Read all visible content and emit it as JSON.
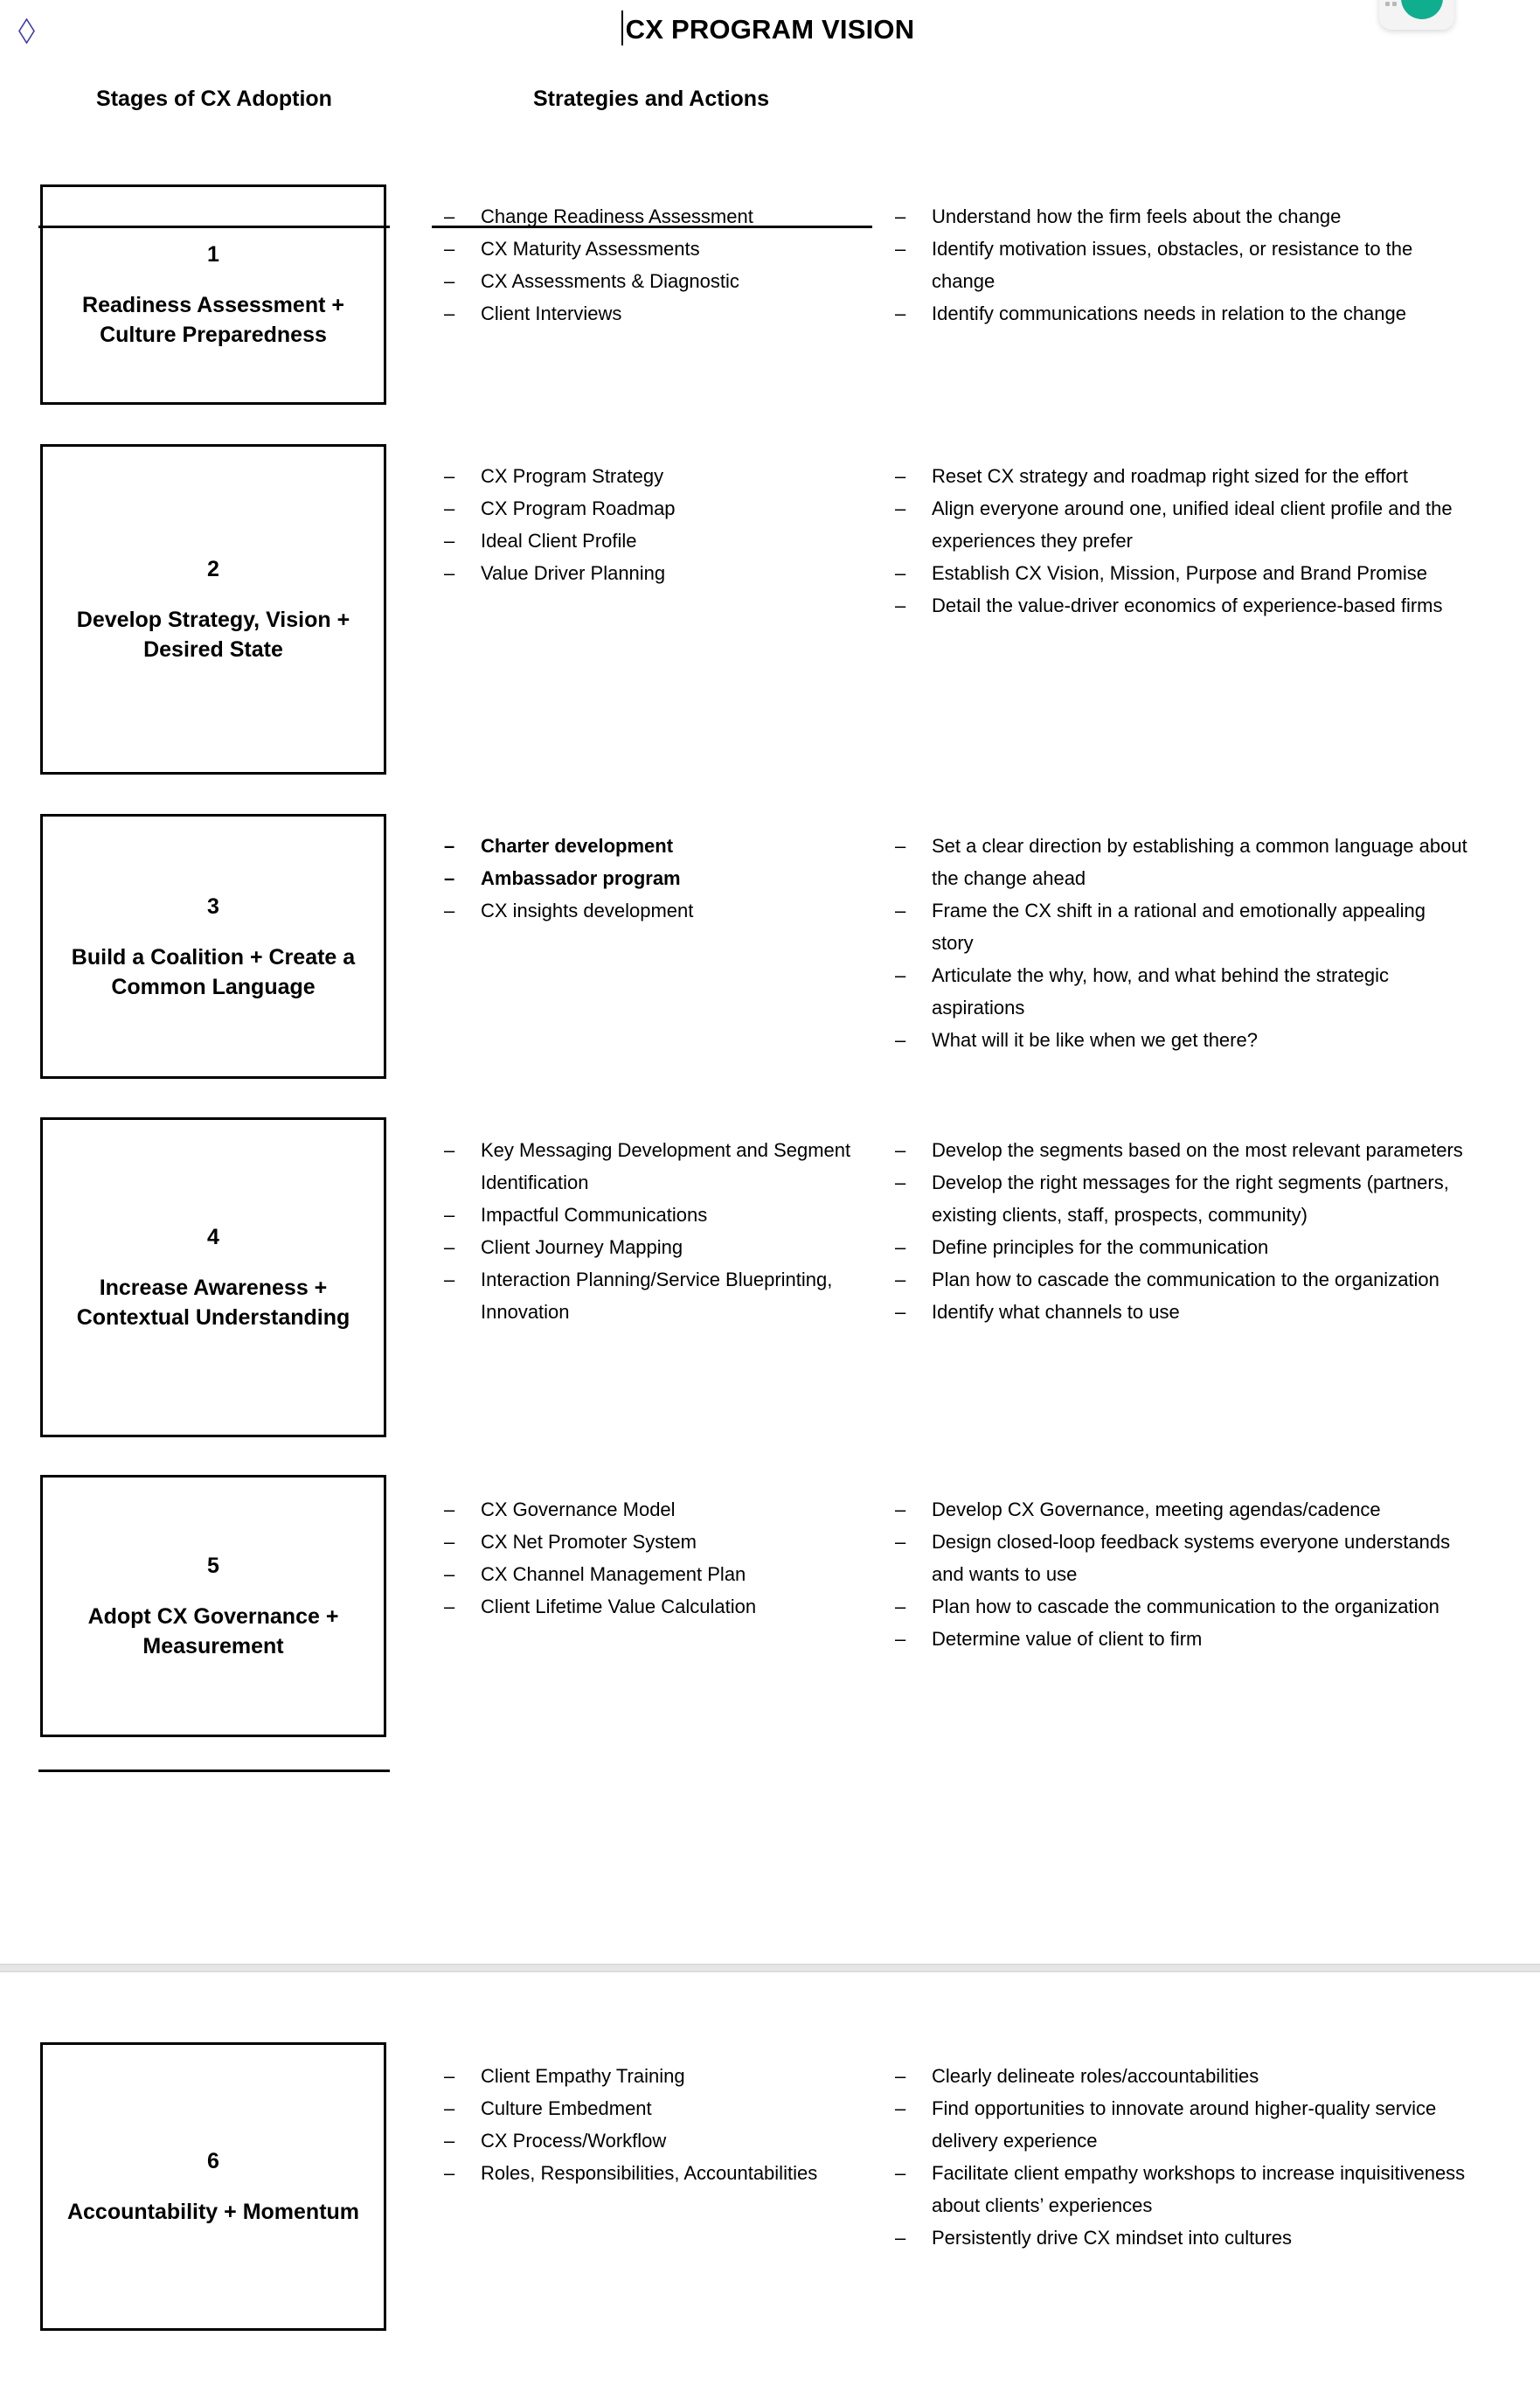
{
  "document": {
    "title": "CX PROGRAM VISION",
    "caret_visible": true
  },
  "widget": {
    "drag_handle": "grid-dots",
    "accent_color": "#0fae8e"
  },
  "canvas_handle": {
    "shape": "diamond",
    "color": "#3b3bb0"
  },
  "table": {
    "headings": [
      {
        "label": "Stages of CX Adoption"
      },
      {
        "label": "Strategies and Actions"
      }
    ],
    "rows": [
      {
        "number": "1",
        "name": "Readiness Assessment + Culture Preparedness",
        "strategies": [
          {
            "text": "Change Readiness Assessment",
            "bold": false
          },
          {
            "text": "CX Maturity Assessments",
            "bold": false
          },
          {
            "text": "CX Assessments & Diagnostic",
            "bold": false
          },
          {
            "text": "Client Interviews",
            "bold": false
          }
        ],
        "outcomes": [
          {
            "text": "Understand how the firm feels about the change",
            "bold": false
          },
          {
            "text": "Identify motivation issues, obstacles, or resistance to the change",
            "bold": false
          },
          {
            "text": "Identify communications needs in relation to the change",
            "bold": false
          }
        ]
      },
      {
        "number": "2",
        "name": "Develop Strategy, Vision + Desired State",
        "strategies": [
          {
            "text": "CX Program Strategy",
            "bold": false
          },
          {
            "text": "CX Program Roadmap",
            "bold": false
          },
          {
            "text": "Ideal Client Profile",
            "bold": false
          },
          {
            "text": "Value Driver Planning",
            "bold": false
          }
        ],
        "outcomes": [
          {
            "text": "Reset CX strategy and roadmap right sized for the effort",
            "bold": false
          },
          {
            "text": "Align everyone around one, unified ideal client profile and the experiences they prefer",
            "bold": false
          },
          {
            "text": "Establish CX Vision, Mission, Purpose and Brand Promise",
            "bold": false
          },
          {
            "text": "Detail the value-driver economics of experience-based firms",
            "bold": false
          }
        ]
      },
      {
        "number": "3",
        "name": "Build a Coalition + Create a Common Language",
        "strategies": [
          {
            "text": "Charter development",
            "bold": true
          },
          {
            "text": "Ambassador program",
            "bold": true
          },
          {
            "text": "CX insights development",
            "bold": false
          }
        ],
        "outcomes": [
          {
            "text": "Set a clear direction by establishing a common language about the change ahead",
            "bold": false
          },
          {
            "text": " Frame the CX shift in a rational and emotionally appealing story",
            "bold": false
          },
          {
            "text": "Articulate the why, how, and what behind the strategic aspirations",
            "bold": false
          },
          {
            "text": " What will it be like when we get there?",
            "bold": false
          }
        ]
      },
      {
        "number": "4",
        "name": "Increase Awareness + Contextual Understanding",
        "strategies": [
          {
            "text": "Key Messaging Development and Segment Identification",
            "bold": false
          },
          {
            "text": "Impactful Communications",
            "bold": false
          },
          {
            "text": "Client Journey Mapping",
            "bold": false
          },
          {
            "text": "Interaction Planning/Service Blueprinting, Innovation",
            "bold": false
          }
        ],
        "outcomes": [
          {
            "text": "Develop the segments based on the most relevant parameters",
            "bold": false
          },
          {
            "text": "Develop the right messages for the right segments (partners, existing clients, staff, prospects, community)",
            "bold": false
          },
          {
            "text": "Define principles for the communication",
            "bold": false
          },
          {
            "text": "Plan how to cascade the communication to the organization",
            "bold": false
          },
          {
            "text": "Identify what channels to use",
            "bold": false
          }
        ]
      },
      {
        "number": "5",
        "name": "Adopt CX Governance + Measurement",
        "strategies": [
          {
            "text": "CX Governance Model",
            "bold": false
          },
          {
            "text": "CX Net Promoter System",
            "bold": false
          },
          {
            "text": "CX Channel Management Plan",
            "bold": false
          },
          {
            "text": "Client Lifetime Value Calculation",
            "bold": false
          }
        ],
        "outcomes": [
          {
            "text": "Develop CX Governance, meeting agendas/cadence",
            "bold": false
          },
          {
            "text": "Design closed-loop feedback systems everyone understands and wants to use",
            "bold": false
          },
          {
            "text": "Plan how to cascade the communication to the organization",
            "bold": false
          },
          {
            "text": "Determine value of client to firm",
            "bold": false
          }
        ]
      },
      {
        "number": "6",
        "name": "Accountability + Momentum",
        "strategies": [
          {
            "text": "Client Empathy Training",
            "bold": false
          },
          {
            "text": "Culture Embedment",
            "bold": false
          },
          {
            "text": "CX Process/Workflow",
            "bold": false
          },
          {
            "text": "Roles, Responsibilities, Accountabilities",
            "bold": false
          }
        ],
        "outcomes": [
          {
            "text": "Clearly delineate roles/accountabilities",
            "bold": false
          },
          {
            "text": " Find opportunities to innovate around higher-quality service delivery experience",
            "bold": false
          },
          {
            "text": "Facilitate client empathy workshops to increase inquisitiveness about clients’ experiences",
            "bold": false
          },
          {
            "text": "Persistently drive CX mindset into cultures",
            "bold": false
          }
        ]
      }
    ],
    "list_marker": "–"
  }
}
